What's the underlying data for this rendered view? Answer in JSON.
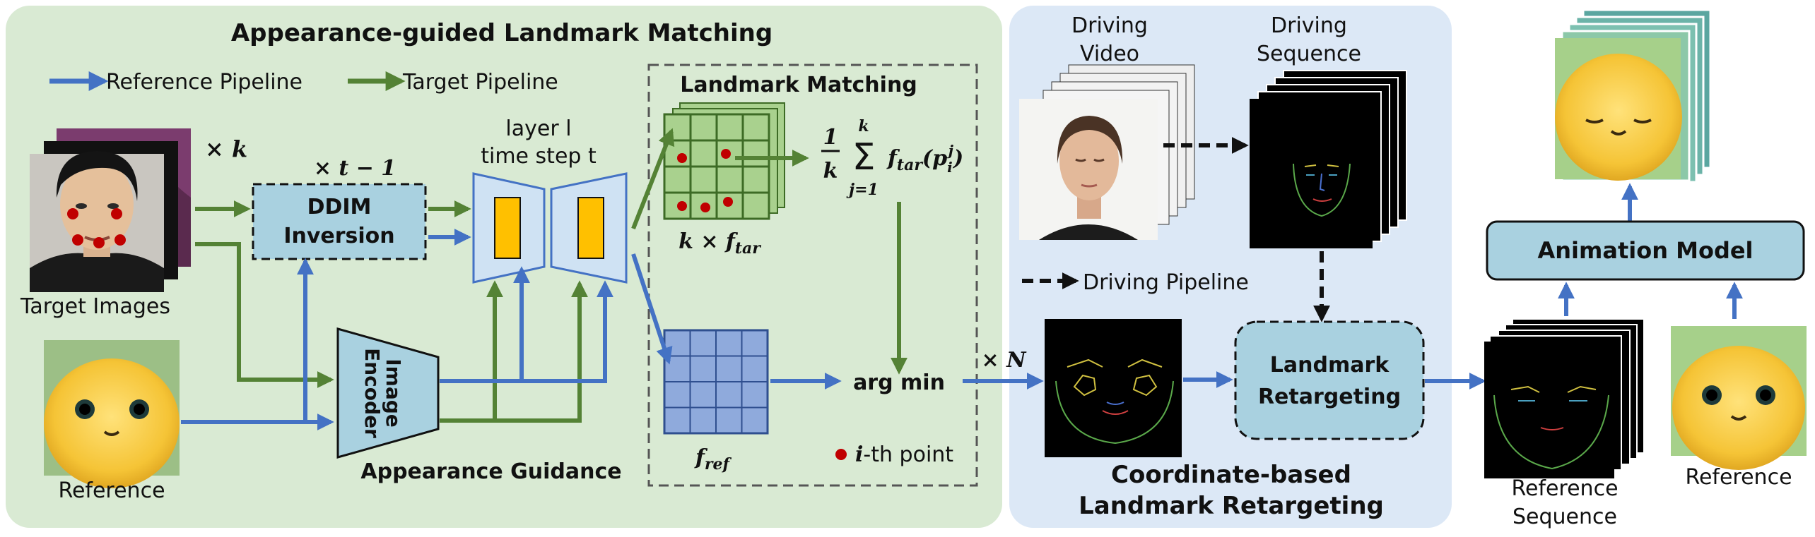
{
  "colors": {
    "left_panel_bg": "#d9ead3",
    "middle_panel_bg": "#dce8f6",
    "reference_arrow": "#4472c4",
    "target_arrow": "#548235",
    "driving_arrow": "#111111",
    "box_fill": "#a9d1e0",
    "green_grid": "#a9d18e",
    "blue_grid": "#8faadc",
    "point": "#c00000",
    "feature_bar": "#ffc000"
  },
  "left_panel": {
    "title": "Appearance-guided Landmark Matching",
    "legend_reference": "Reference Pipeline",
    "legend_target": "Target Pipeline",
    "target_images_label": "Target Images",
    "k_label": "× k",
    "reference_label": "Reference",
    "t_minus_1_label": "× t − 1",
    "ddim_line1": "DDIM",
    "ddim_line2": "Inversion",
    "layer_label": "layer l",
    "timestep_label": "time step t",
    "encoder_line1": "Image",
    "encoder_line2": "Encoder",
    "appearance_guidance": "Appearance Guidance",
    "matching_title": "Landmark Matching",
    "k_ftar_label": "k × f_tar",
    "fref_label": "f_ref",
    "average_formula": "1/k Σ_{j=1}^{k} f_tar(p_i^j)",
    "argmin_label": "arg min",
    "ith_point_label": "i-th point",
    "times_n_label": "× N"
  },
  "middle_panel": {
    "driving_video_line1": "Driving",
    "driving_video_line2": "Video",
    "driving_seq_line1": "Driving",
    "driving_seq_line2": "Sequence",
    "driving_pipeline_label": "Driving Pipeline",
    "retarget_line1": "Landmark",
    "retarget_line2": "Retargeting",
    "bottom_title_line1": "Coordinate-based",
    "bottom_title_line2": "Landmark Retargeting"
  },
  "right_panel": {
    "animation_model": "Animation Model",
    "ref_seq_line1": "Reference",
    "ref_seq_line2": "Sequence",
    "reference_label": "Reference"
  }
}
